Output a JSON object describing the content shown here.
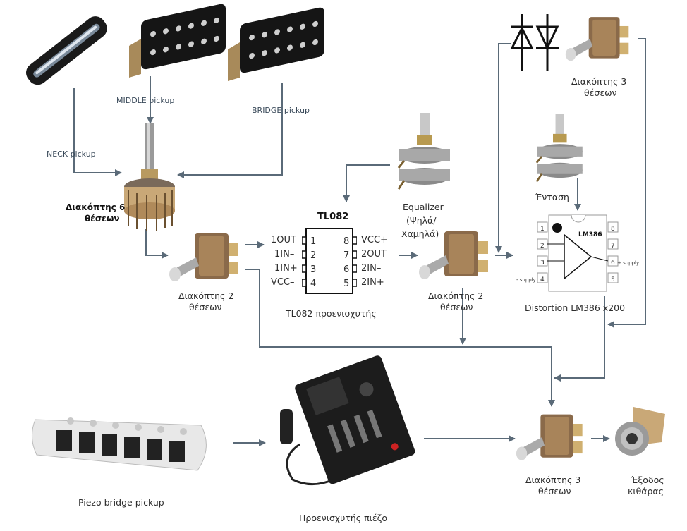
{
  "labels": {
    "middle_pickup": "MIDDLE pickup",
    "bridge_pickup": "BRIDGE pickup",
    "neck_pickup": "NECK pickup",
    "selector6_l1": "Διακόπτης 6",
    "selector6_l2": "θέσεων",
    "switch2a_l1": "Διακόπτης 2",
    "switch2a_l2": "θέσεων",
    "switch2b_l1": "Διακόπτης 2",
    "switch2b_l2": "θέσεων",
    "switch3top_l1": "Διακόπτης 3",
    "switch3top_l2": "θέσεων",
    "switch3bottom_l1": "Διακόπτης 3",
    "switch3bottom_l2": "θέσεων",
    "tl082_title": "TL082",
    "tl082_caption": "TL082 προενισχυτής",
    "eq_l1": "Equalizer",
    "eq_l2": "(Ψηλά/",
    "eq_l3": "Χαμηλά)",
    "volume": "Ένταση",
    "lm386_title": "LM386",
    "distortion": "Distortion LM386 x200",
    "piezo_pickup": "Piezo bridge pickup",
    "piezo_preamp": "Προενισχυτής πιέζο",
    "output_l1": "Έξοδος",
    "output_l2": "κιθάρας",
    "supply_minus": "- supply",
    "supply_plus": "+ supply"
  },
  "tl082_pins_left": [
    {
      "num": "1",
      "name": "1OUT"
    },
    {
      "num": "2",
      "name": "1IN–"
    },
    {
      "num": "3",
      "name": "1IN+"
    },
    {
      "num": "4",
      "name": "VCC–"
    }
  ],
  "tl082_pins_right": [
    {
      "num": "8",
      "name": "VCC+"
    },
    {
      "num": "7",
      "name": "2OUT"
    },
    {
      "num": "6",
      "name": "2IN–"
    },
    {
      "num": "5",
      "name": "2IN+"
    }
  ],
  "lm386_pins_left": [
    "1",
    "2",
    "3",
    "4"
  ],
  "lm386_pins_right": [
    "8",
    "7",
    "6",
    "5"
  ],
  "colors": {
    "arrow": "#5a6a78",
    "pickup_body": "#1a1a1a",
    "metal": "#b08a4a",
    "switch_body": "#8a6a4a"
  }
}
